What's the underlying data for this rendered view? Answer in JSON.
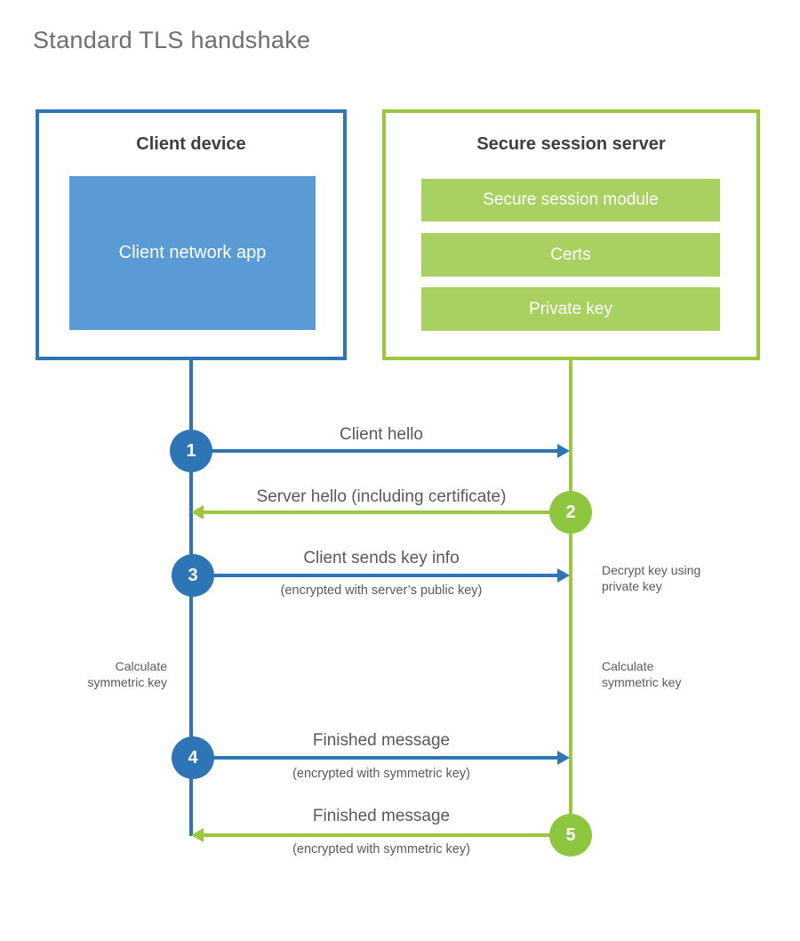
{
  "title": "Standard TLS handshake",
  "colors": {
    "blue_line": "#2e75b6",
    "blue_fill": "#5b9bd5",
    "green_line": "#9cc83f",
    "green_fill": "#a9d162",
    "heading_text": "#3f3f3f",
    "label_text": "#595959",
    "background": "#ffffff"
  },
  "client": {
    "title": "Client device",
    "app_label": "Client network app"
  },
  "server": {
    "title": "Secure session server",
    "modules": [
      "Secure session module",
      "Certs",
      "Private key"
    ]
  },
  "steps": [
    {
      "num": "1",
      "label": "Client hello",
      "sub": "",
      "direction": "right",
      "actor": "client"
    },
    {
      "num": "2",
      "label": "Server hello (including certificate)",
      "sub": "",
      "direction": "left",
      "actor": "server"
    },
    {
      "num": "3",
      "label": "Client sends key info",
      "sub": "(encrypted with server’s public key)",
      "direction": "right",
      "actor": "client"
    },
    {
      "num": "4",
      "label": "Finished message",
      "sub": "(encrypted with symmetric key)",
      "direction": "right",
      "actor": "client"
    },
    {
      "num": "5",
      "label": "Finished message",
      "sub": "(encrypted with symmetric key)",
      "direction": "left",
      "actor": "server"
    }
  ],
  "side_notes": {
    "decrypt": "Decrypt key using private key",
    "calculate_left": "Calculate symmetric key",
    "calculate_right": "Calculate symmetric key"
  }
}
